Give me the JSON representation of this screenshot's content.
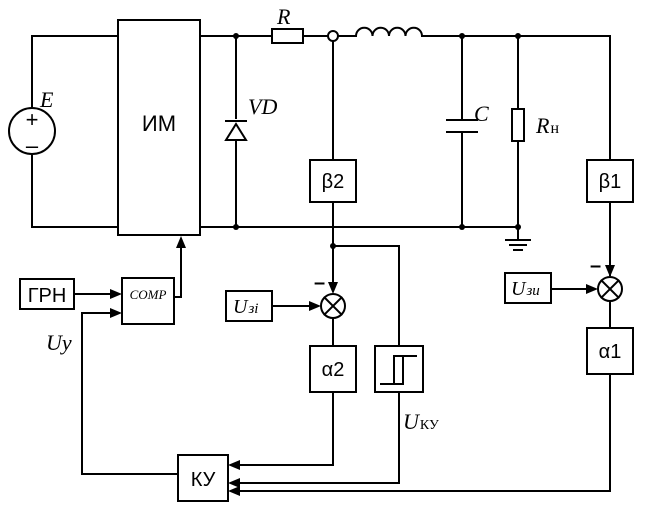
{
  "labels": {
    "source": "E",
    "modulator": "ИМ",
    "resistor": "R",
    "diode": "VD",
    "capacitor": "C",
    "load_main": "R",
    "load_sub": "н",
    "beta2": "β2",
    "beta1": "β1",
    "generator": "ГРН",
    "comparator": "COMP",
    "u_y": "Uy",
    "u_zi_main": "U",
    "u_zi_sub": "зі",
    "u_zu_main": "U",
    "u_zu_sub": "зи",
    "alpha2": "α2",
    "alpha1": "α1",
    "u_ku_main": "U",
    "u_ku_sub": "КУ",
    "ku": "КУ",
    "minus2": "–",
    "minus1": "–",
    "plus": "+",
    "minus": "–"
  }
}
